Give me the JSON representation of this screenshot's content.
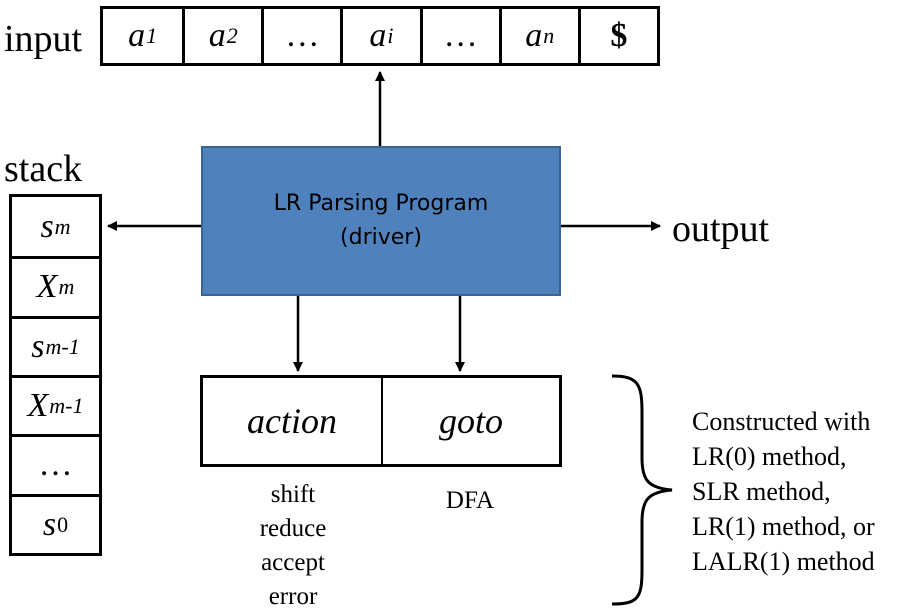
{
  "labels": {
    "input": "input",
    "stack": "stack",
    "output": "output"
  },
  "input_tape": [
    {
      "main": "a",
      "sub": "1",
      "style": "italic"
    },
    {
      "main": "a",
      "sub": "2",
      "style": "italic"
    },
    {
      "main": "…",
      "sub": "",
      "style": "normal"
    },
    {
      "main": "a",
      "sub": "i",
      "style": "italic"
    },
    {
      "main": "…",
      "sub": "",
      "style": "normal"
    },
    {
      "main": "a",
      "sub": "n",
      "style": "italic"
    },
    {
      "main": "$",
      "sub": "",
      "style": "bold"
    }
  ],
  "stack_cells": [
    {
      "main": "s",
      "sub": "m",
      "style": "italic"
    },
    {
      "main": "X",
      "sub": "m",
      "style": "italic"
    },
    {
      "main": "s",
      "sub": "m-1",
      "style": "italic"
    },
    {
      "main": "X",
      "sub": "m-1",
      "style": "italic"
    },
    {
      "main": "…",
      "sub": "",
      "style": "normal"
    },
    {
      "main": "s",
      "sub": "0",
      "style": "italic-main-plain-sub"
    }
  ],
  "driver": {
    "line1": "LR Parsing Program",
    "line2": "(driver)",
    "fill_color": "#4f81bd",
    "border_color": "#3a6494"
  },
  "table": {
    "action_label": "action",
    "goto_label": "goto"
  },
  "action_ops": [
    "shift",
    "reduce",
    "accept",
    "error"
  ],
  "goto_note": "DFA",
  "construction_methods": [
    "Constructed with",
    "LR(0) method,",
    "SLR method,",
    "LR(1) method, or",
    "LALR(1) method"
  ]
}
